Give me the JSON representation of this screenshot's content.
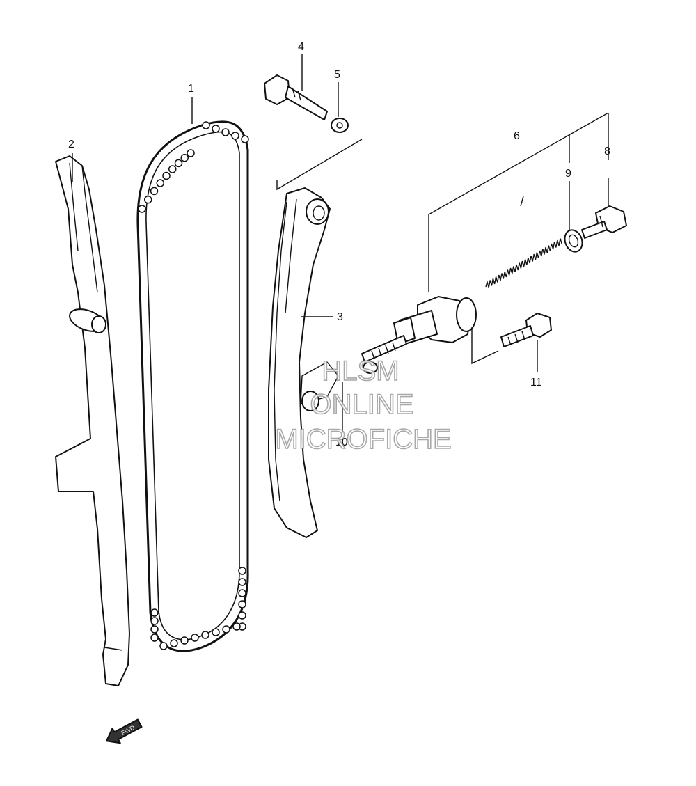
{
  "callouts": [
    {
      "id": "1",
      "label": "1"
    },
    {
      "id": "2",
      "label": "2"
    },
    {
      "id": "3",
      "label": "3"
    },
    {
      "id": "4",
      "label": "4"
    },
    {
      "id": "5",
      "label": "5"
    },
    {
      "id": "6",
      "label": "6"
    },
    {
      "id": "8",
      "label": "8"
    },
    {
      "id": "9",
      "label": "9"
    },
    {
      "id": "10",
      "label": "10"
    },
    {
      "id": "11",
      "label": "11"
    }
  ],
  "watermark": {
    "line1": "HLSM",
    "line2": "ONLINE",
    "line3": "MICROFICHE"
  },
  "fwd_label": "FWD",
  "colors": {
    "ink": "#111111",
    "watermark": "#9a9a9a",
    "background": "#ffffff"
  }
}
